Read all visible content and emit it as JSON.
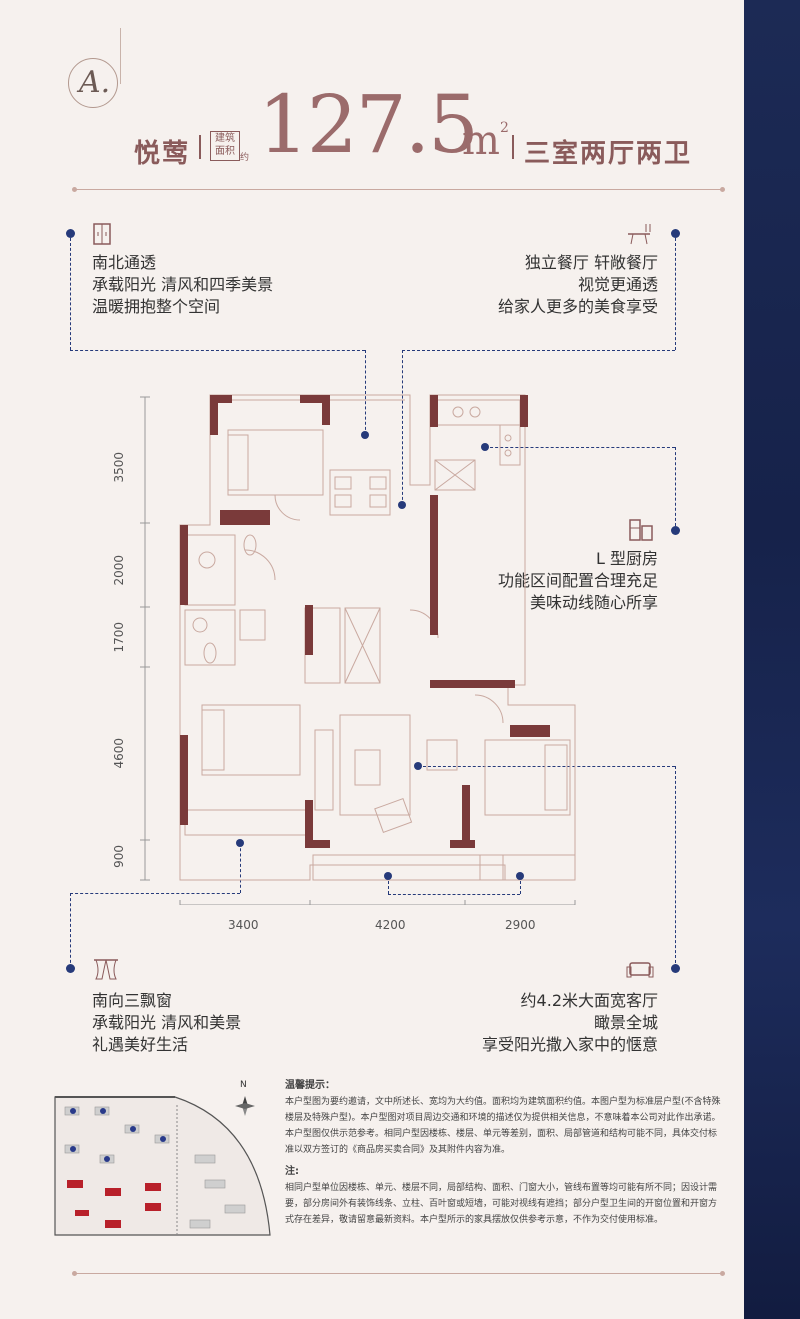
{
  "header": {
    "plan_letter": "A.",
    "plan_name": "悦莺",
    "badge_line1": "建筑",
    "badge_line2": "面积",
    "badge_note": "约",
    "area": "127.5",
    "unit": "m",
    "unit_sup": "2",
    "layout_type": "三室两厅两卫"
  },
  "features": {
    "north_south": [
      "南北通透",
      "承载阳光 清风和四季美景",
      "温暖拥抱整个空间"
    ],
    "dining": [
      "独立餐厅 轩敞餐厅",
      "视觉更通透",
      "给家人更多的美食享受"
    ],
    "kitchen": [
      "L 型厨房",
      "功能区间配置合理充足",
      "美味动线随心所享"
    ],
    "bay_window": [
      "南向三飘窗",
      "承载阳光 清风和美景",
      "礼遇美好生活"
    ],
    "living_room": [
      "约4.2米大面宽客厅",
      "瞰景全城",
      "享受阳光撒入家中的惬意"
    ]
  },
  "dimensions": {
    "vertical": [
      "3500",
      "2000",
      "1700",
      "4600",
      "900"
    ],
    "horizontal": [
      "3400",
      "4200",
      "2900"
    ]
  },
  "site_map": {
    "compass": "N"
  },
  "notes": {
    "title1": "温馨提示：",
    "text1": "本户型图为要约邀请，文中所述长、宽均为大约值。面积均为建筑面积约值。本图户型为标准层户型(不含特殊楼层及特殊户型)。本户型图对项目周边交通和环境的描述仅为提供相关信息，不意味着本公司对此作出承诺。本户型图仅供示范参考。相同户型因楼栋、楼层、单元等差别，面积、局部管道和结构可能不同，具体交付标准以双方签订的《商品房买卖合同》及其附件内容为准。",
    "title2": "注:",
    "text2": "相同户型单位因楼栋、单元、楼层不同，局部结构、面积、门窗大小，管线布置等均可能有所不同；因设计需要，部分房间外有装饰线条、立柱、百叶窗或短墙，可能对视线有遮挡；部分户型卫生间的开窗位置和开窗方式存在差异，敬请留意最新资料。本户型所示的家具摆放仅供参考示意，不作为交付使用标准。"
  },
  "colors": {
    "accent": "#9b6b6b",
    "wall": "#7a3a3a",
    "sidebar": "#1c2a55",
    "dot": "#263a7a"
  }
}
